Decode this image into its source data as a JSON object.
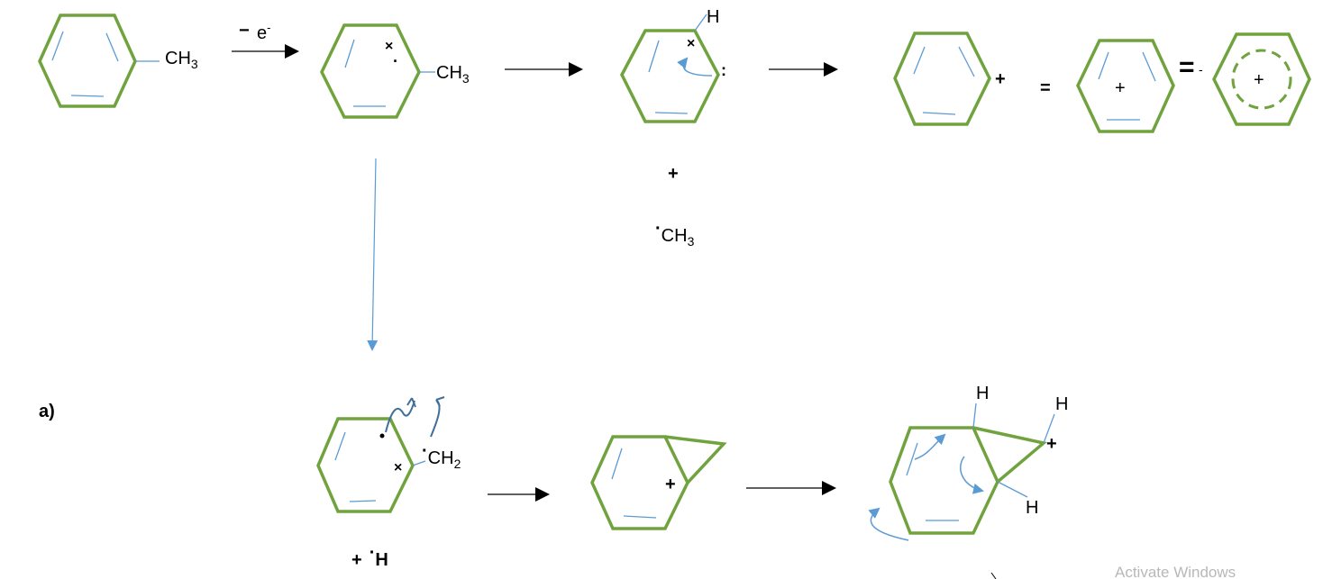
{
  "labels": {
    "ch3": "CH",
    "sub3": "3",
    "minus": "−",
    "electron": "e",
    "electron_charge": "-",
    "hydrogen": "H",
    "plus": "+",
    "radical_ch3_dot": "·",
    "equals": "=",
    "equals_dash": "=",
    "equals_dash_minus": "-",
    "section_a": "a)",
    "ch2": "CH",
    "sub2": "2",
    "dot": "·",
    "cross": "×",
    "colon": ":"
  },
  "watermark": "Activate Windows",
  "colors": {
    "ring": "#70a33e",
    "arrow_blue": "#5b9bd5",
    "arrow_black": "#000000"
  }
}
